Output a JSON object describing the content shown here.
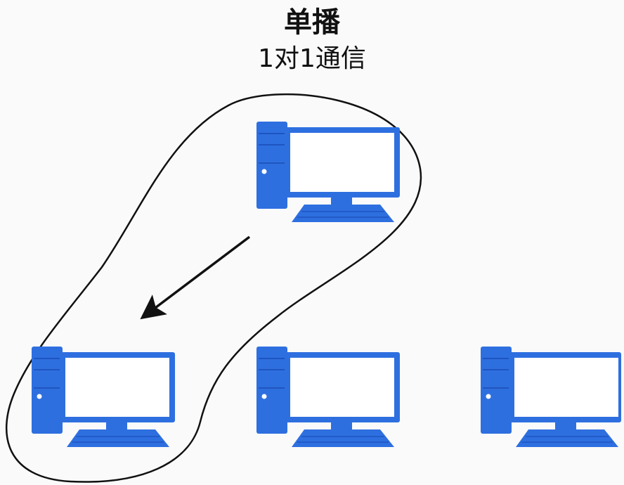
{
  "title": "单播",
  "subtitle": "1对1通信",
  "colors": {
    "computer_body": "#2e6fe0",
    "computer_dark": "#1f55bf",
    "screen": "#ffffff",
    "outline": "#111111",
    "background": "#fafafa"
  },
  "nodes": [
    {
      "role": "sender",
      "icon": "desktop-computer-icon"
    },
    {
      "role": "receiver",
      "icon": "desktop-computer-icon"
    },
    {
      "role": "idle",
      "icon": "desktop-computer-icon"
    },
    {
      "role": "idle",
      "icon": "desktop-computer-icon"
    }
  ],
  "edges": [
    {
      "from": 0,
      "to": 1,
      "style": "arrow"
    }
  ]
}
